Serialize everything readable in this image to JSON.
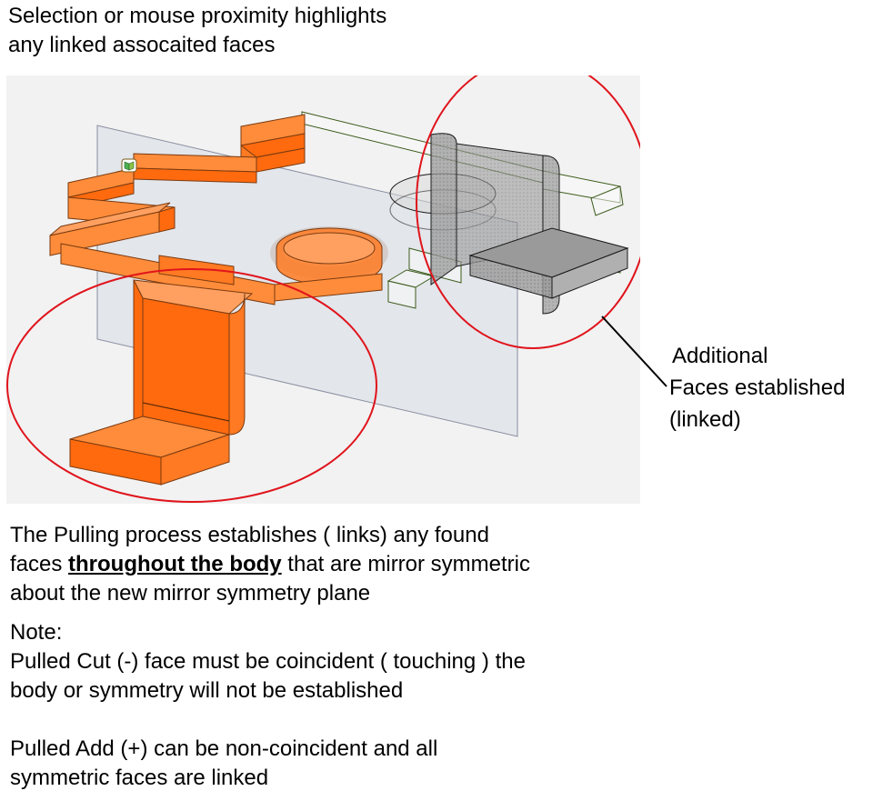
{
  "header": {
    "line1": "Selection or mouse proximity highlights",
    "line2": "any linked assocaited faces"
  },
  "callout": {
    "line1": "Additional",
    "line2": "Faces established",
    "line3": "(linked)"
  },
  "description": {
    "line1": "The Pulling process establishes ( links) any found",
    "line2_before": "faces ",
    "line2_emphasis": "throughout the body",
    "line2_after": " that are mirror symmetric",
    "line3": "about the new mirror symmetry plane"
  },
  "note": {
    "title": "Note:",
    "line1": "Pulled Cut (-) face must be coincident ( touching ) the",
    "line2": "body or symmetry will not be established",
    "line3": "Pulled Add (+) can be non-coincident and all",
    "line4": "symmetric faces are linked"
  },
  "colors": {
    "highlight_orange": "#ff6a0e",
    "highlight_orange_light": "#ff8c3a",
    "outline": "#3c5a1a",
    "plane": "#c8d0e0",
    "linked_gray": "#8f8f8f",
    "annotation_red": "#e0141c",
    "viewport_bg": "#f2f2f2"
  },
  "icons": [
    "face-cursor-icon"
  ]
}
